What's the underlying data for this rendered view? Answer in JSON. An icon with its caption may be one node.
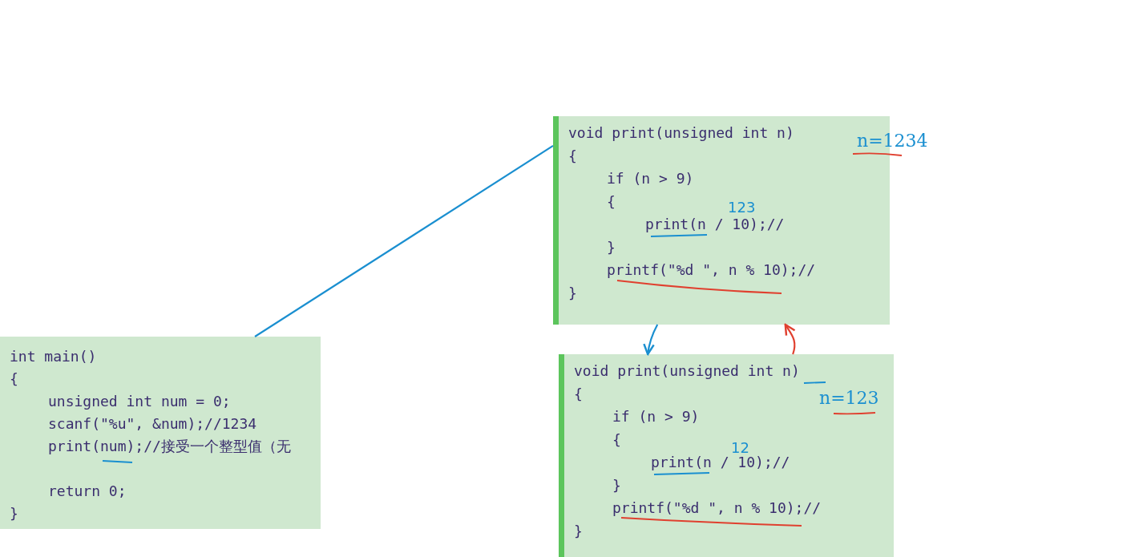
{
  "diagram": {
    "nodes": [
      {
        "text": [
          "int main()",
          "{",
          "unsigned int num = 0;",
          "scanf(\"%u\", &num);//1234",
          "print(num);//接受一个整型值（无",
          "return 0;",
          "}"
        ]
      },
      {
        "text": [
          "void print(unsigned int n)",
          "{",
          "if (n > 9)",
          "{",
          "print(n / 10);//",
          "}",
          "printf(\"%d \", n % 10);//",
          "}"
        ],
        "beside": [
          "n=1234"
        ]
      },
      {
        "text": [
          "void print(unsigned int n)",
          "{",
          "if (n > 9)",
          "{",
          "print(n / 10);//",
          "}",
          "printf(\"%d \", n % 10);//",
          "}",
          "n=123"
        ]
      }
    ],
    "edges": [
      {
        "from": 0,
        "to": 1,
        "arrow": "none"
      },
      {
        "from": 1,
        "to": 2,
        "arrow": "to"
      },
      {
        "from": 2,
        "to": 1,
        "arrow": "to",
        "color": "#e0402f"
      }
    ],
    "labels": [
      "123",
      "12"
    ]
  }
}
